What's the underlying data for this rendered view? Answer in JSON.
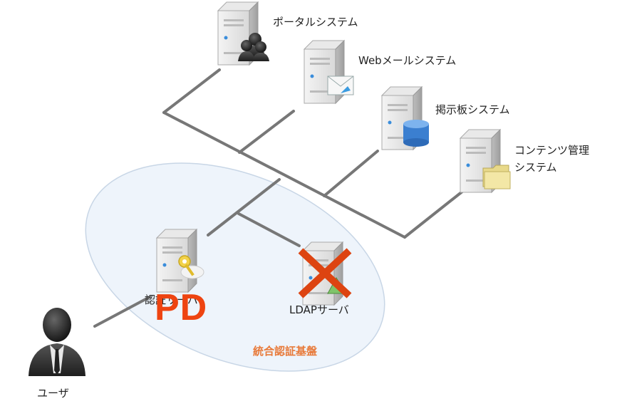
{
  "labels": {
    "portal": "ポータルシステム",
    "webmail": "Webメールシステム",
    "bbs": "掲示板システム",
    "cms_line1": "コンテンツ管理",
    "cms_line2": "システム",
    "auth_server": "認証サーバ",
    "ldap_server": "LDAPサーバ",
    "integrated_auth_base": "統合認証基盤",
    "user": "ユーザ"
  },
  "overlay": {
    "pd_text": "PD",
    "pd_color": "#ee4411",
    "cross_color": "#dd4411"
  },
  "colors": {
    "line": "#777777",
    "ellipse_fill": "#eef4fb",
    "ellipse_stroke": "#c8d6e6",
    "base_label": "#e87a3a"
  }
}
